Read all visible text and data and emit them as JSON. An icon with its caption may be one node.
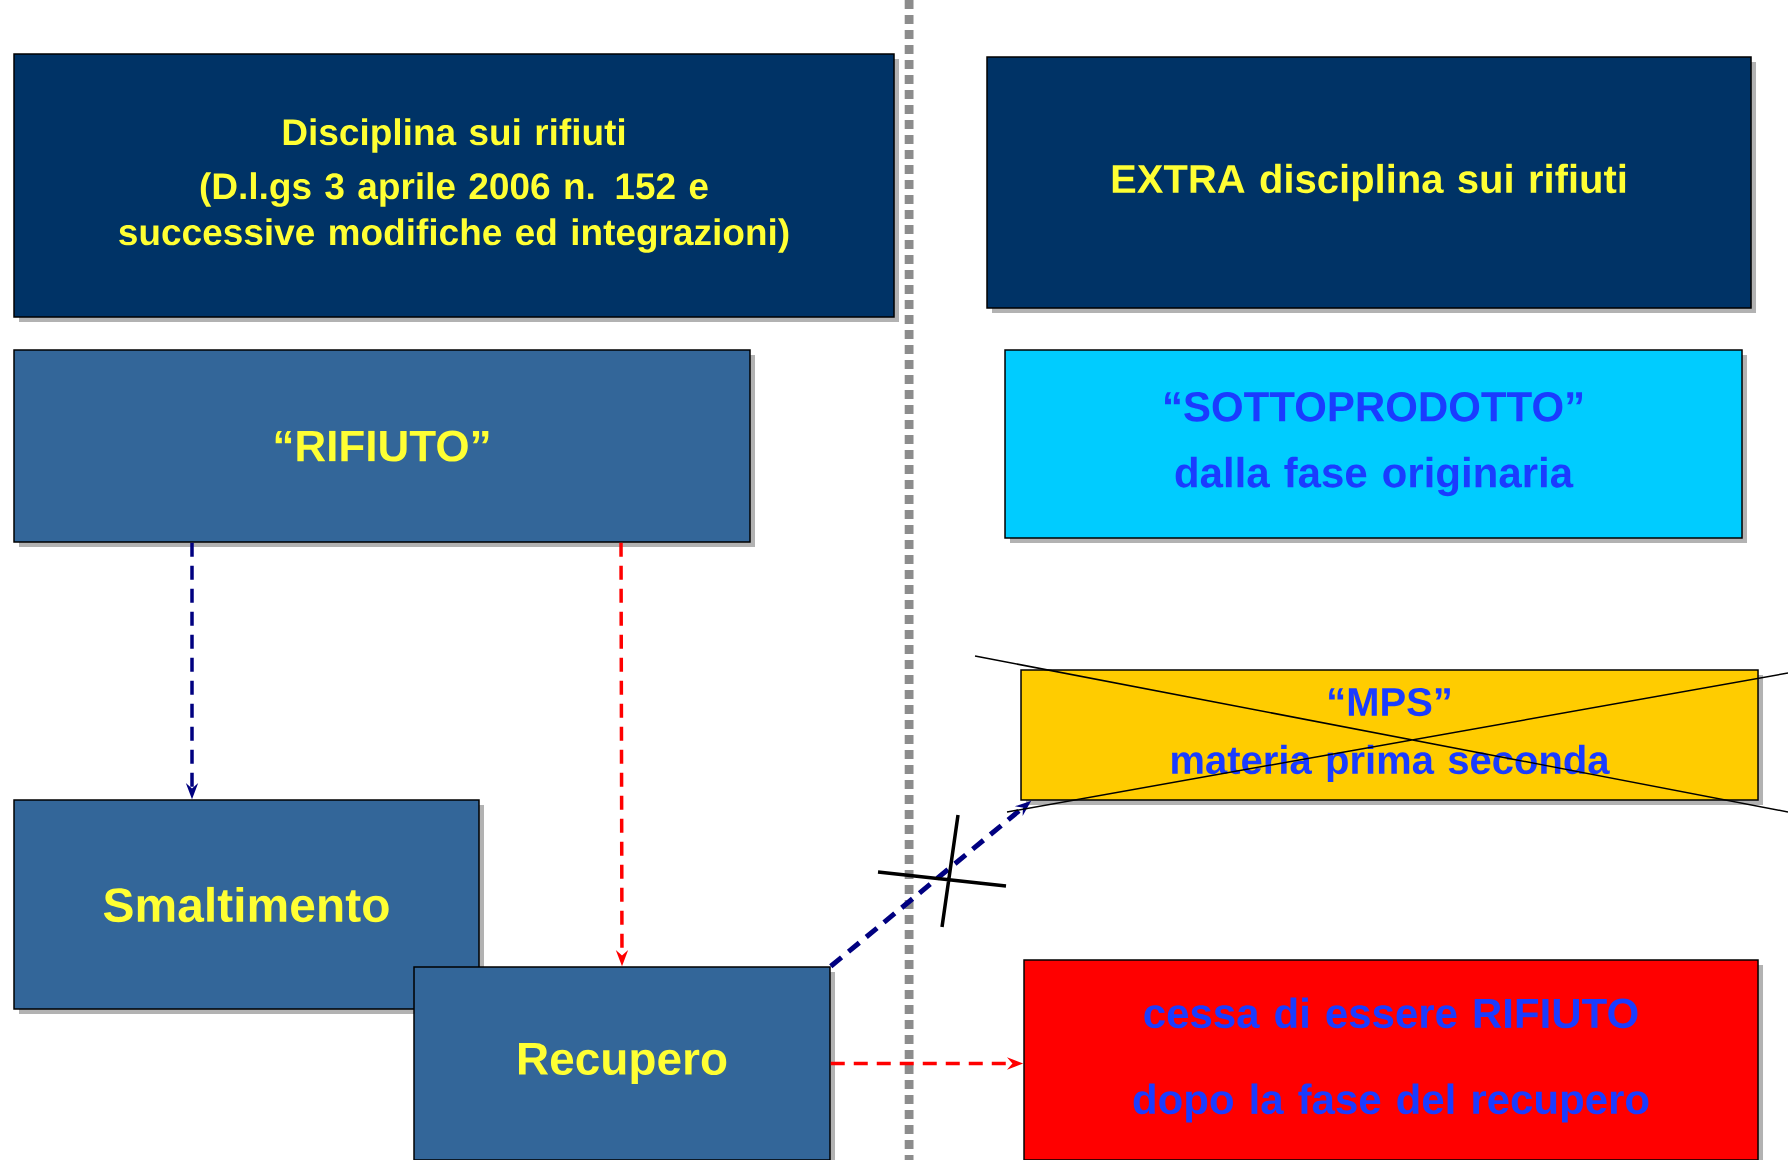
{
  "diagram": {
    "nodes": [
      {
        "text": [
          "Disciplina sui rifiuti",
          "(D.l.gs 3 aprile 2006 n. 152 e successive modifiche ed integrazioni)"
        ]
      },
      {
        "text": [
          "EXTRA disciplina sui rifiuti"
        ]
      },
      {
        "text": [
          "“RIFIUTO”"
        ]
      },
      {
        "text": [
          "“SOTTOPRODOTTO”",
          "dalla fase originaria"
        ]
      },
      {
        "text": [
          "“MPS”",
          "materia prima seconda"
        ]
      },
      {
        "text": [
          "Smaltimento"
        ]
      },
      {
        "text": [
          "Recupero"
        ]
      },
      {
        "text": [
          "cessa di essere RIFIUTO",
          "dopo la fase del recupero"
        ]
      }
    ],
    "edges": [
      {
        "from": 2,
        "to": 5,
        "arrow": "to",
        "style": "dashed",
        "color": "#000080"
      },
      {
        "from": 2,
        "to": 6,
        "arrow": "to",
        "style": "dashed",
        "color": "#ff0000"
      },
      {
        "from": 6,
        "to": 4,
        "arrow": "to",
        "style": "dashed",
        "color": "#000080"
      },
      {
        "from": 6,
        "to": 7,
        "arrow": "to",
        "style": "dashed",
        "color": "#ff0000"
      }
    ]
  }
}
